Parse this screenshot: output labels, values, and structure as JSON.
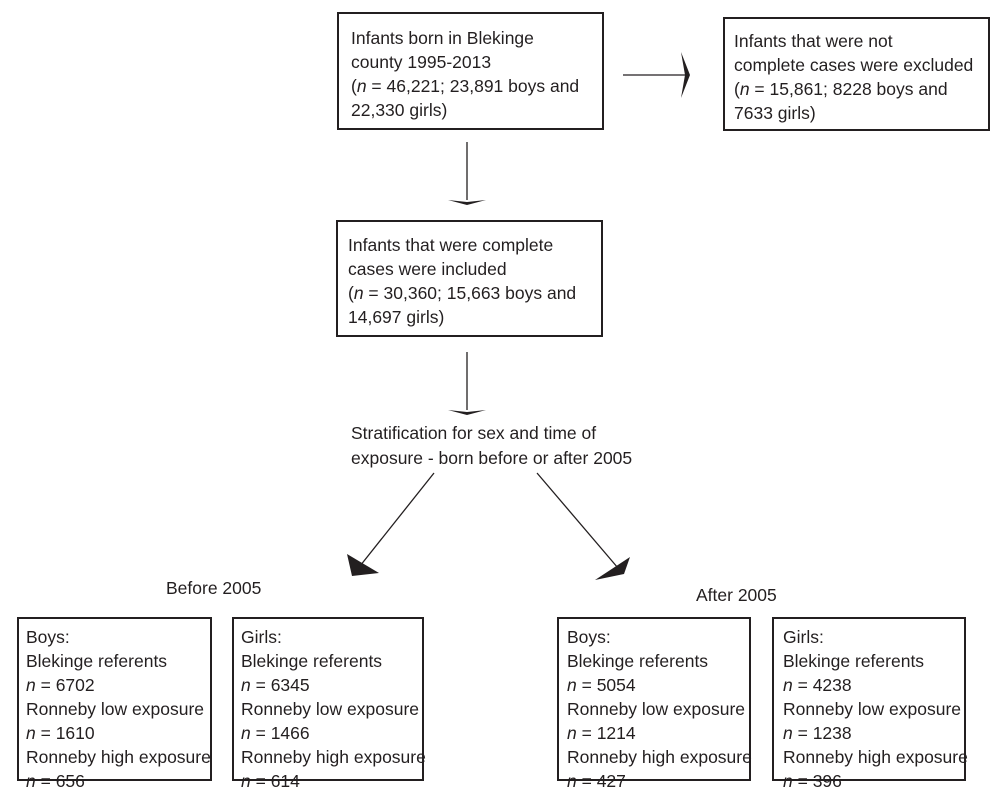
{
  "top_box": {
    "line1": "Infants born in Blekinge",
    "line2": "county 1995-2013",
    "n_label": "n",
    "line3_rest": " = 46,221; 23,891 boys and",
    "line4": "22,330 girls)"
  },
  "excluded_box": {
    "line1": "Infants that were not",
    "line2": "complete cases were excluded",
    "n_label": "n",
    "line3_rest": " = 15,861; 8228 boys and",
    "line4": "7633 girls)"
  },
  "included_box": {
    "line1": "Infants that were complete",
    "line2": "cases were included",
    "n_label": "n",
    "line3_rest": " = 30,360; 15,663 boys and",
    "line4": "14,697 girls)"
  },
  "stratification": {
    "line1": "Stratification for sex and time of",
    "line2": "exposure - born before or after 2005"
  },
  "before_label": "Before 2005",
  "after_label": "After 2005",
  "groups": [
    {
      "sex": "Boys:",
      "ref_label": "Blekinge referents",
      "ref_n": "6702",
      "low_label": "Ronneby low exposure",
      "low_n": "1610",
      "high_label": "Ronneby high exposure",
      "high_n": "656"
    },
    {
      "sex": "Girls:",
      "ref_label": "Blekinge referents",
      "ref_n": "6345",
      "low_label": "Ronneby low exposure",
      "low_n": "1466",
      "high_label": "Ronneby high exposure",
      "high_n": "614"
    },
    {
      "sex": "Boys:",
      "ref_label": "Blekinge referents",
      "ref_n": "5054",
      "low_label": "Ronneby low exposure",
      "low_n": "1214",
      "high_label": "Ronneby high exposure",
      "high_n": "427"
    },
    {
      "sex": "Girls:",
      "ref_label": "Blekinge referents",
      "ref_n": "4238",
      "low_label": "Ronneby low exposure",
      "low_n": "1238",
      "high_label": "Ronneby high exposure",
      "high_n": "396"
    }
  ],
  "n_symbol": "n",
  "eq": " = "
}
